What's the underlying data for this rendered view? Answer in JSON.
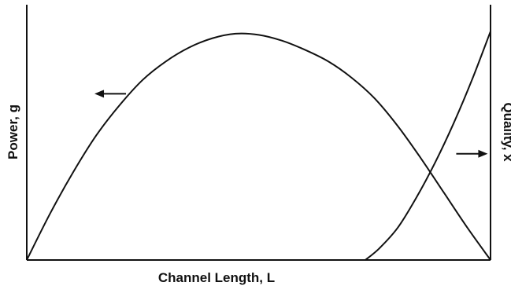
{
  "chart_data": {
    "type": "line",
    "title": "",
    "xlabel": "Channel Length, L",
    "ylabel_left": "Power, g",
    "ylabel_right": "Quality, x",
    "xlim": [
      0,
      1
    ],
    "ylim_left": [
      0,
      1
    ],
    "ylim_right": [
      0,
      1
    ],
    "grid": false,
    "ticks": false,
    "series": [
      {
        "name": "Power, g",
        "axis": "left",
        "x": [
          0,
          0.05,
          0.1,
          0.15,
          0.2,
          0.25,
          0.3,
          0.35,
          0.4,
          0.45,
          0.5,
          0.55,
          0.6,
          0.65,
          0.7,
          0.75,
          0.8,
          0.85,
          0.9,
          0.95,
          1.0
        ],
        "y": [
          0,
          0.2,
          0.38,
          0.54,
          0.67,
          0.78,
          0.86,
          0.92,
          0.96,
          0.98,
          0.975,
          0.95,
          0.91,
          0.86,
          0.79,
          0.7,
          0.58,
          0.44,
          0.29,
          0.14,
          0
        ]
      },
      {
        "name": "Quality, x",
        "axis": "right",
        "x": [
          0.73,
          0.76,
          0.8,
          0.84,
          0.88,
          0.92,
          0.96,
          1.0
        ],
        "y": [
          0,
          0.05,
          0.14,
          0.27,
          0.42,
          0.59,
          0.78,
          0.99
        ]
      }
    ],
    "annotations": [
      {
        "label": "arrow-left",
        "points_to": "left",
        "x": 0.18,
        "y": 0.72
      },
      {
        "label": "arrow-right",
        "points_to": "right",
        "x": 0.96,
        "y": 0.46
      }
    ]
  }
}
